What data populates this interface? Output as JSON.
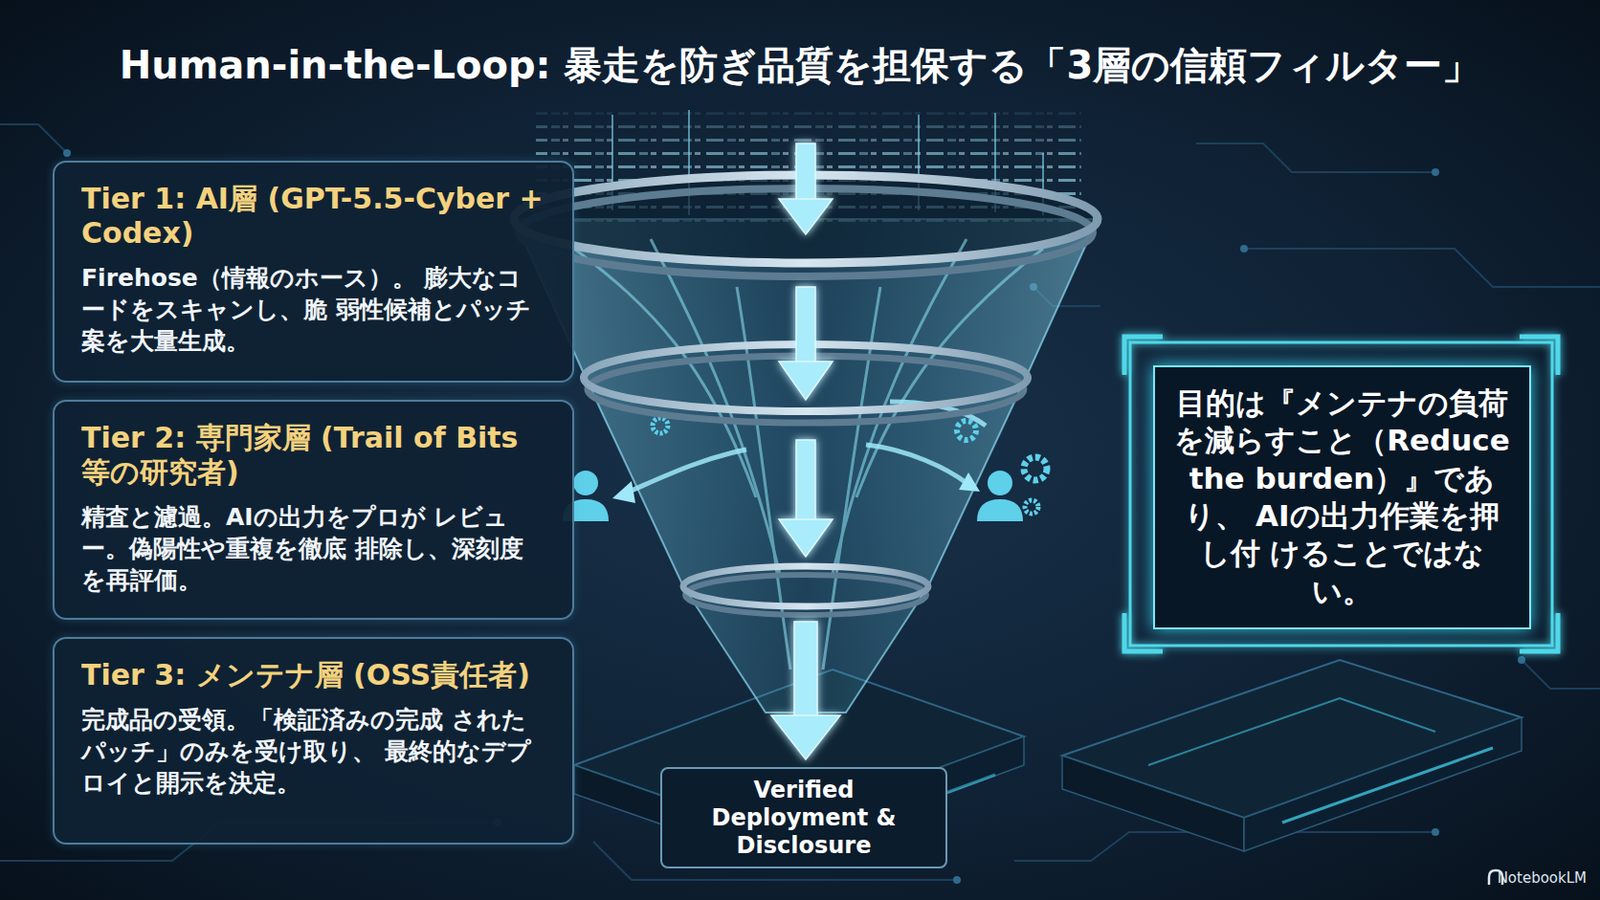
{
  "diagram": {
    "title": "Human-in-the-Loop: 暴走を防ぎ品質を担保する「3層の信頼フィルター」",
    "nodes": [
      {
        "text": [
          "Tier 1: AI層 (GPT-5.5-Cyber + Codex)",
          "Firehose（情報のホース）。 膨大なコードをスキャンし、脆 弱性候補とパッチ案を大量生成。"
        ]
      },
      {
        "text": [
          "Tier 2: 専門家層 (Trail of Bits等の研究者)",
          "精査と濾過。AIの出力をプロが レビュー。偽陽性や重複を徹底 排除し、深刻度を再評価。"
        ]
      },
      {
        "text": [
          "Tier 3: メンテナ層 (OSS責任者)",
          "完成品の受領。「検証済みの完成 されたパッチ」のみを受け取り、 最終的なデプロイと開示を決定。"
        ]
      },
      {
        "text": [
          "目的は『メンテナの負荷 を減らすこと（Reduce the burden）』であり、 AIの出力作業を押し付 けることではない。"
        ]
      },
      {
        "text": [
          "Verified Deployment & Disclosure"
        ]
      }
    ],
    "labels": [
      "NotebookLM"
    ]
  }
}
